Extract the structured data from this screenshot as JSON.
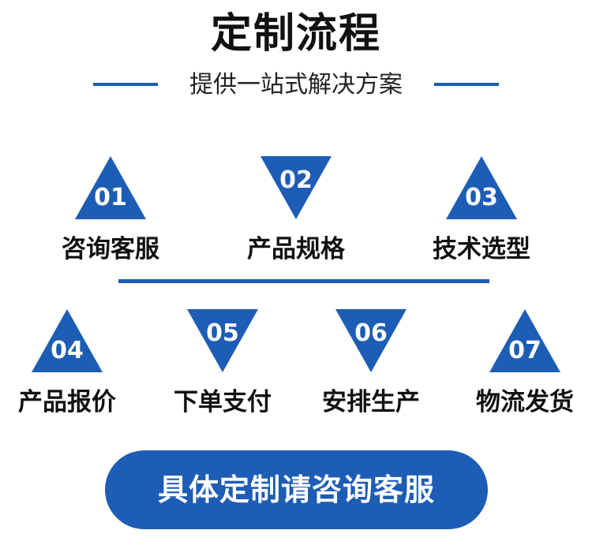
{
  "header": {
    "title": "定制流程",
    "subtitle": "提供一站式解决方案"
  },
  "colors": {
    "accent": "#1d5db5"
  },
  "steps": [
    {
      "number": "01",
      "label": "咨询客服",
      "shape": "triangle-up"
    },
    {
      "number": "02",
      "label": "产品规格",
      "shape": "triangle-down"
    },
    {
      "number": "03",
      "label": "技术选型",
      "shape": "triangle-up"
    },
    {
      "number": "04",
      "label": "产品报价",
      "shape": "triangle-up"
    },
    {
      "number": "05",
      "label": "下单支付",
      "shape": "triangle-down"
    },
    {
      "number": "06",
      "label": "安排生产",
      "shape": "triangle-down"
    },
    {
      "number": "07",
      "label": "物流发货",
      "shape": "triangle-up"
    }
  ],
  "cta": {
    "label": "具体定制请咨询客服"
  }
}
